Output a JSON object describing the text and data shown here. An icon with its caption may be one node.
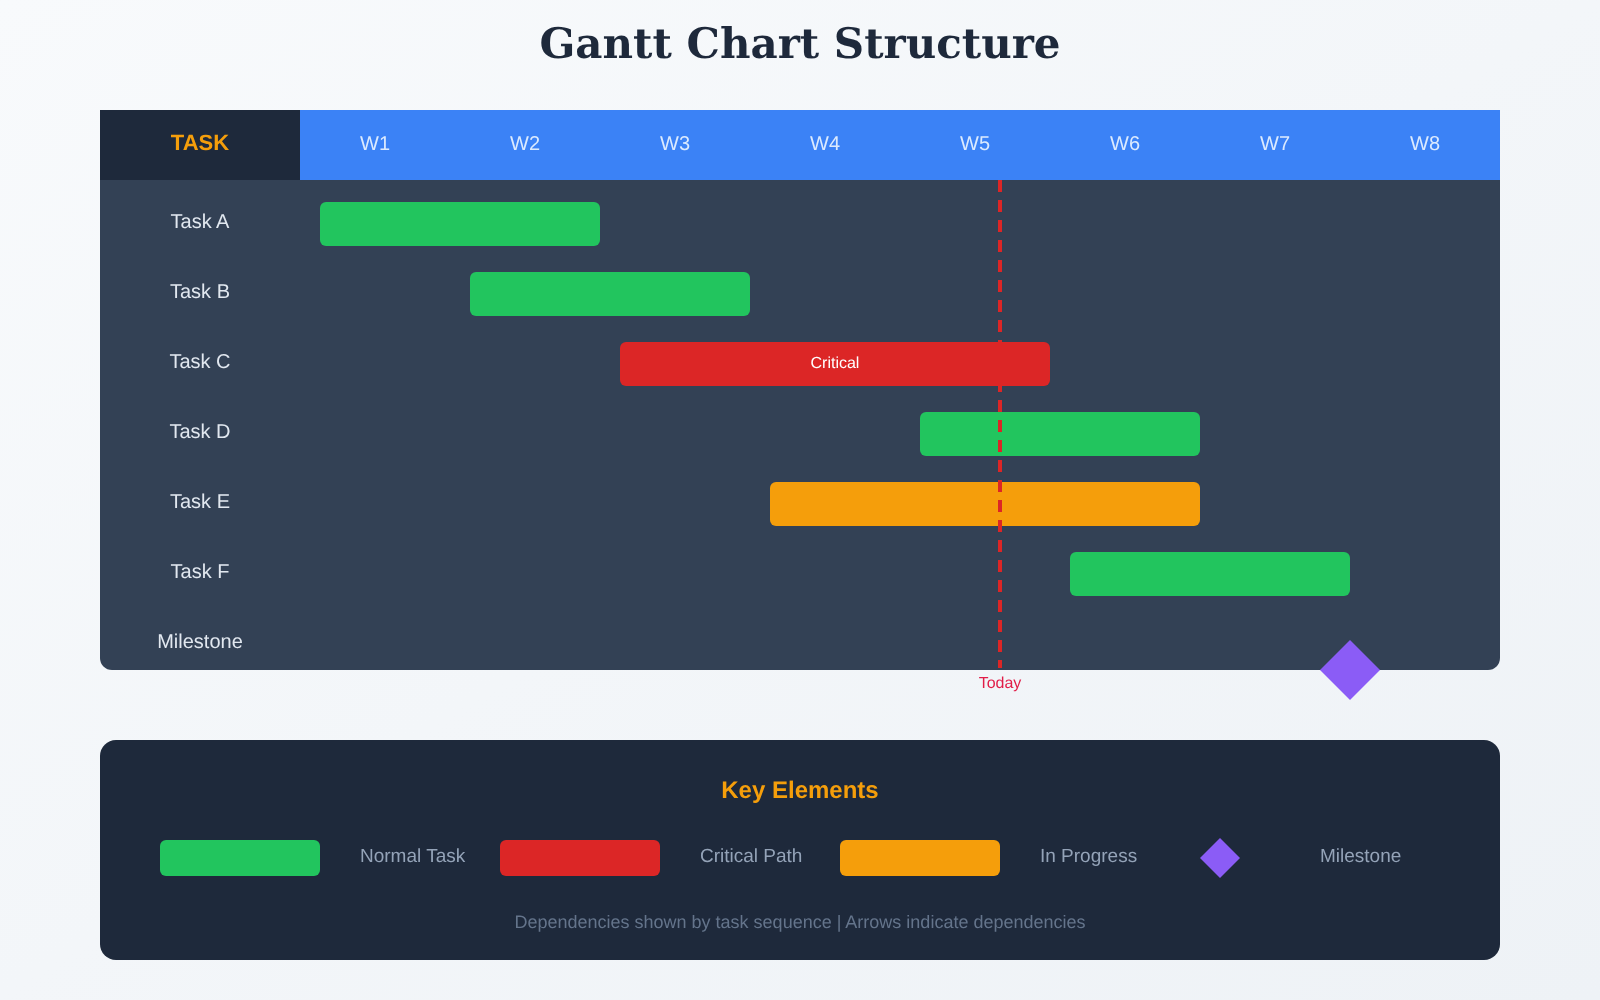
{
  "diagram": {
    "title": "Gantt Chart Structure",
    "nodes": [
      {
        "text": [],
        "shape": "bar"
      },
      {
        "text": [],
        "shape": "bar"
      },
      {
        "text": [
          "Critical"
        ]
      },
      {
        "text": [],
        "shape": "bar"
      },
      {
        "text": [],
        "shape": "bar"
      },
      {
        "text": [],
        "shape": "bar"
      },
      {
        "text": [],
        "shape": "diamond"
      }
    ],
    "labels": [
      "TASK",
      "W1",
      "W2",
      "W3",
      "W4",
      "W5",
      "W6",
      "W7",
      "W8",
      "Task A",
      "Task B",
      "Task C",
      "Task D",
      "Task E",
      "Task F",
      "Milestone",
      "Today",
      "Key Elements",
      "Dependencies shown by task sequence | Arrows indicate dependencies"
    ],
    "legend": [
      {
        "text": "Normal Task",
        "color": "#22c55e"
      },
      {
        "text": "Critical Path",
        "color": "#dc2626"
      },
      {
        "text": "In Progress",
        "color": "#f59e0b"
      },
      {
        "text": "Milestone"
      }
    ]
  }
}
